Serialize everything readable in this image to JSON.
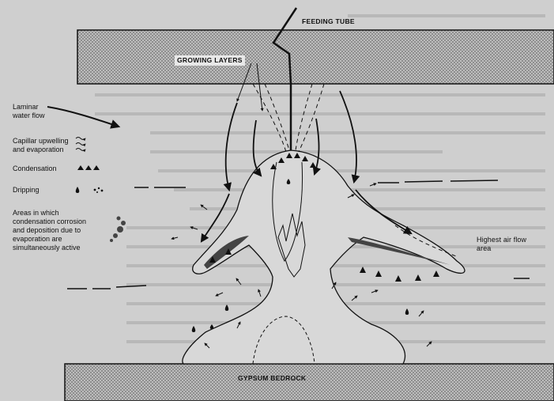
{
  "labels": {
    "feeding_tube": "FEEDING TUBE",
    "growing_layers": "GROWING LAYERS",
    "highest_air_flow": "Highest air flow area",
    "gypsum_bedrock": "GYPSUM BEDROCK"
  },
  "legend": [
    {
      "key": "laminar",
      "text": "Laminar water flow",
      "icon": "curved-arrow-icon"
    },
    {
      "key": "capillar",
      "text": "Capillar upwelling and evaporation",
      "icon": "wavy-arrows-icon"
    },
    {
      "key": "condensation",
      "text": "Condensation",
      "icon": "triangles-icon"
    },
    {
      "key": "dripping",
      "text": "Dripping",
      "icon": "drop-icon"
    },
    {
      "key": "areas",
      "text": "Areas in which condensation corrosion and deposition due to evaporation are simultaneously active",
      "icon": "stipple-icon"
    }
  ],
  "colors": {
    "background": "#cfcfcf",
    "ink": "#111111",
    "rock_pattern": "#9a9a9a",
    "stipple": "#444444"
  }
}
